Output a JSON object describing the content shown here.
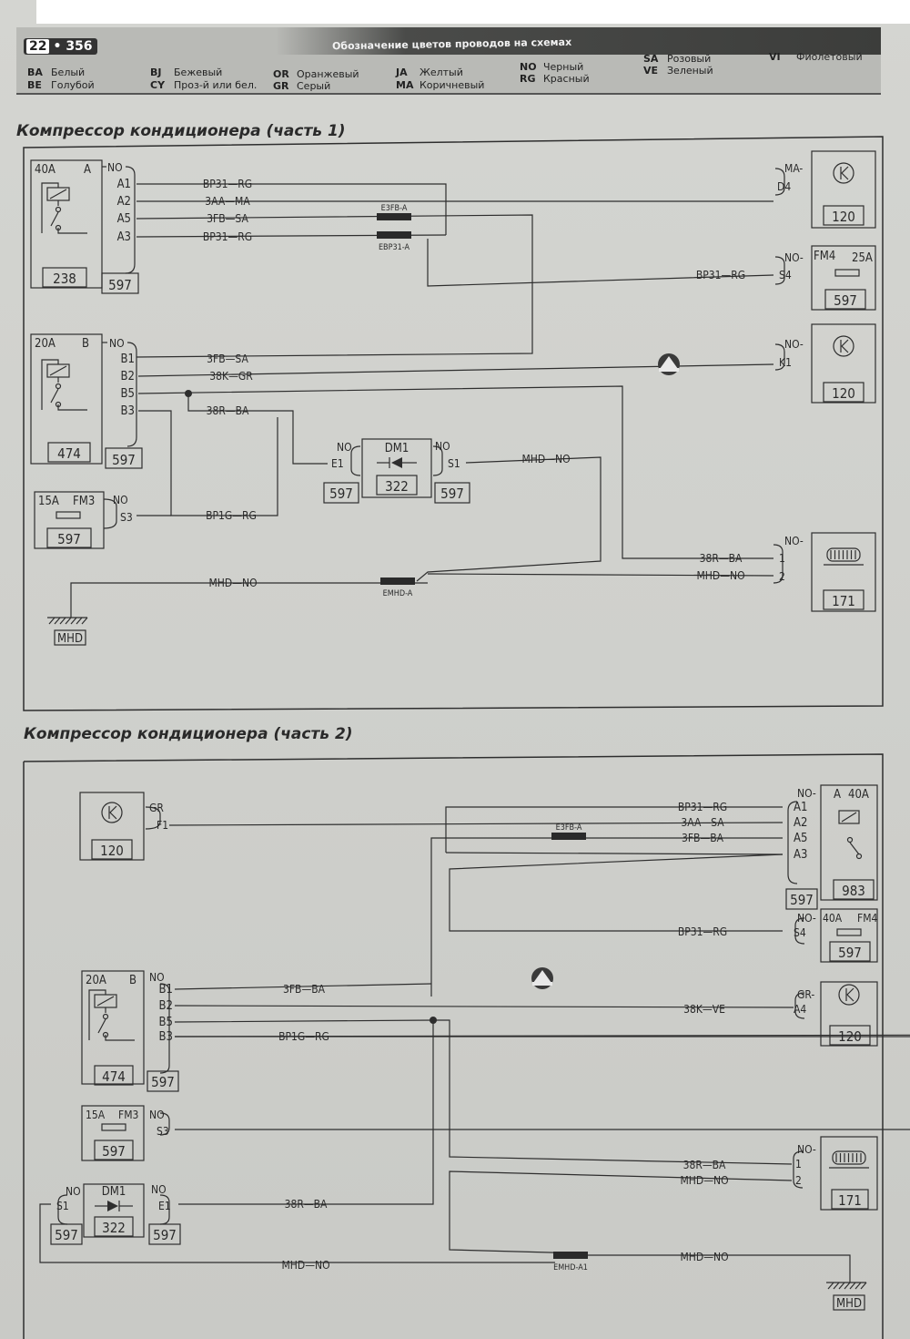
{
  "header": {
    "section": "22",
    "page": "356",
    "title": "Обозначение цветов проводов на схемах",
    "colors": [
      {
        "code": "BA",
        "name": "Белый"
      },
      {
        "code": "BE",
        "name": "Голубой"
      },
      {
        "code": "BJ",
        "name": "Бежевый"
      },
      {
        "code": "CY",
        "name": "Проз-й или бел."
      },
      {
        "code": "OR",
        "name": "Оранжевый"
      },
      {
        "code": "GR",
        "name": "Серый"
      },
      {
        "code": "JA",
        "name": "Желтый"
      },
      {
        "code": "MA",
        "name": "Коричневый"
      },
      {
        "code": "NO",
        "name": "Черный"
      },
      {
        "code": "RG",
        "name": "Красный"
      },
      {
        "code": "SA",
        "name": "Розовый"
      },
      {
        "code": "VE",
        "name": "Зеленый"
      },
      {
        "code": "VI",
        "name": "Фиолетовый"
      }
    ]
  },
  "diagram1": {
    "title": "Компрессор кондиционера (часть 1)",
    "relay_a": {
      "rating": "40A",
      "letter": "A",
      "pins": [
        "A1",
        "A2",
        "A5",
        "A3"
      ],
      "ground_color": "NO",
      "id": "238",
      "connector": "597"
    },
    "relay_b": {
      "rating": "20A",
      "letter": "B",
      "pins": [
        "B1",
        "B2",
        "B5",
        "B3"
      ],
      "ground_color": "NO",
      "id": "474",
      "connector": "597"
    },
    "fuse_fm3": {
      "rating": "15A",
      "name": "FM3",
      "pin": "S3",
      "pin_color": "NO",
      "id": "597"
    },
    "diode": {
      "name": "DM1",
      "id": "322",
      "left_pin": "E1",
      "right_pin": "S1",
      "left_color": "NO",
      "right_color": "NO",
      "left_connector": "597",
      "right_connector": "597"
    },
    "ecu_top": {
      "pin": "D4",
      "color": "MA",
      "id": "120"
    },
    "fuse_fm4": {
      "name": "FM4",
      "rating": "25A",
      "pin": "S4",
      "color": "NO",
      "id": "597"
    },
    "ecu_mid": {
      "pin": "K1",
      "color": "NO",
      "id": "120"
    },
    "compressor": {
      "pins": [
        "1",
        "2"
      ],
      "color": "NO",
      "id": "171"
    },
    "ground": "MHD",
    "splices": [
      "E3FB-A",
      "EBP31-A",
      "EMHD-A"
    ],
    "wires": {
      "a1": [
        "BP31",
        "RG"
      ],
      "a2": [
        "3AA",
        "MA"
      ],
      "a5": [
        "3FB",
        "SA"
      ],
      "a3": [
        "BP31",
        "RG"
      ],
      "s4": [
        "BP31",
        "RG"
      ],
      "b1": [
        "3FB",
        "SA"
      ],
      "b2": [
        "38K",
        "GR"
      ],
      "b3": [
        "38R",
        "BA"
      ],
      "s1": [
        "MHD",
        "NO"
      ],
      "s3": [
        "BP1G",
        "RG"
      ],
      "c1": [
        "38R",
        "BA"
      ],
      "c2": [
        "MHD",
        "NO"
      ],
      "gnd": [
        "MHD",
        "NO"
      ]
    }
  },
  "diagram2": {
    "title": "Компрессор кондиционера (часть 2)",
    "ecu_top": {
      "pin": "F1",
      "color": "GR",
      "id": "120"
    },
    "relay_a": {
      "rating": "40A",
      "letter": "A",
      "pins": [
        "A1",
        "A2",
        "A5",
        "A3"
      ],
      "ground_color": "NO",
      "id": "983",
      "connector": "597"
    },
    "fuse_fm4": {
      "rating": "40A",
      "name": "FM4",
      "pin": "S4",
      "color": "NO",
      "id": "597"
    },
    "relay_b": {
      "rating": "20A",
      "letter": "B",
      "pins": [
        "B1",
        "B2",
        "B5",
        "B3"
      ],
      "ground_color": "NO",
      "id": "474",
      "connector": "597"
    },
    "ecu_mid": {
      "pin": "A4",
      "color": "GR",
      "id": "120"
    },
    "fuse_fm3": {
      "rating": "15A",
      "name": "FM3",
      "pin": "S3",
      "pin_color": "NO",
      "id": "597"
    },
    "compressor": {
      "pins": [
        "1",
        "2"
      ],
      "color": "NO",
      "id": "171"
    },
    "diode": {
      "name": "DM1",
      "id": "322",
      "left_pin": "S1",
      "right_pin": "E1",
      "left_color": "NO",
      "right_color": "NO",
      "left_connector": "597",
      "right_connector": "597"
    },
    "ground": "MHD",
    "splices": [
      "E3FB-A",
      "EMHD-A1"
    ],
    "wires": {
      "a1": [
        "BP31",
        "RG"
      ],
      "a2": [
        "3AA",
        "SA"
      ],
      "a5": [
        "3FB",
        "BA"
      ],
      "s4": [
        "BP31",
        "RG"
      ],
      "b1": [
        "3FB",
        "BA"
      ],
      "a4": [
        "38K",
        "VE"
      ],
      "b3": [
        "BP1G",
        "RG"
      ],
      "c1": [
        "38R",
        "BA"
      ],
      "c2": [
        "MHD",
        "NO"
      ],
      "e1": [
        "38R",
        "BA"
      ],
      "s1": [
        "MHD",
        "NO"
      ],
      "gnd": [
        "MHD",
        "NO"
      ]
    }
  }
}
